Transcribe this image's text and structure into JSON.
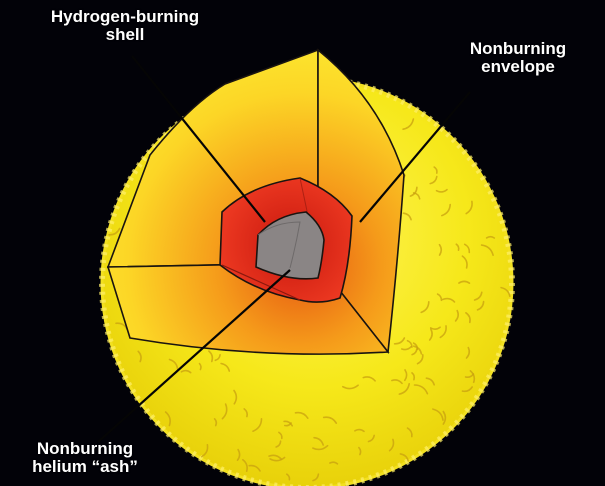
{
  "labels": {
    "hydrogen_shell": {
      "line1": "Hydrogen-burning",
      "line2": "shell"
    },
    "envelope": {
      "line1": "Nonburning",
      "line2": "envelope"
    },
    "helium_ash": {
      "line1": "Nonburning",
      "line2": "helium “ash”"
    }
  },
  "colors": {
    "background": "#020208",
    "envelope_outer": "#f6e81a",
    "envelope_cut_light": "#fbe020",
    "envelope_cut_deep": "#e86a12",
    "shell": "#e2301c",
    "core": "#8a8585",
    "outline": "#1a1410"
  }
}
